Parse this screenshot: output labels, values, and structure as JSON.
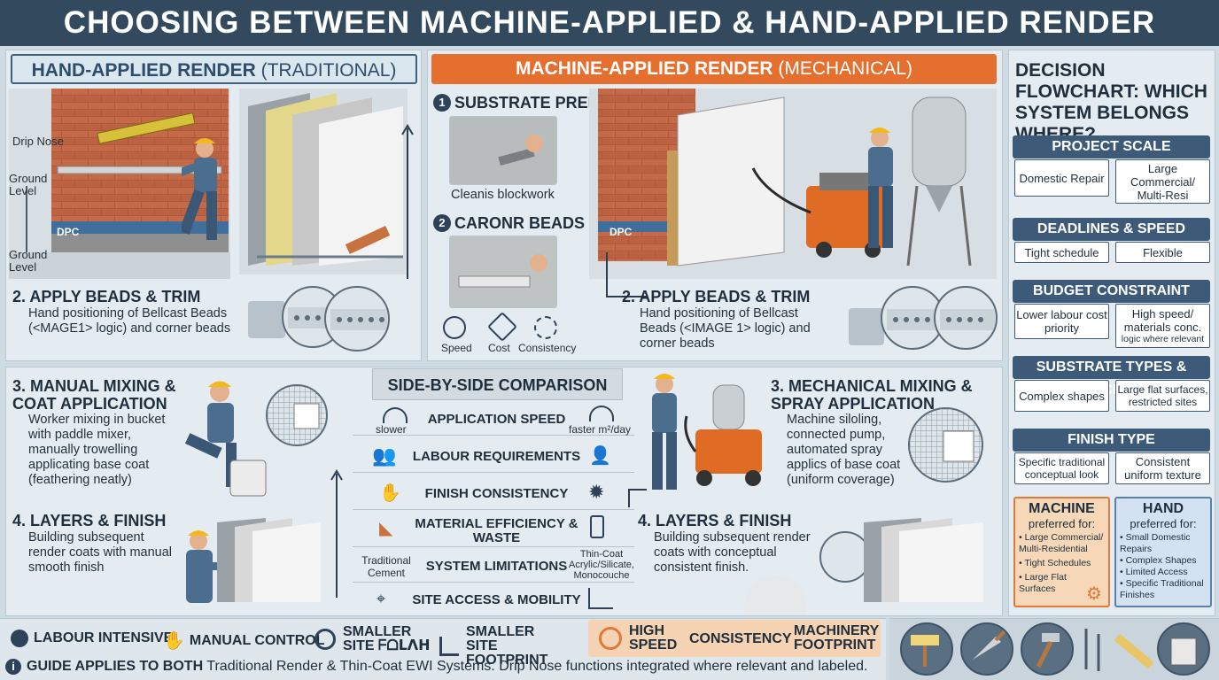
{
  "title": "CHOOSING BETWEEN MACHINE-APPLIED & HAND-APPLIED RENDER",
  "hand": {
    "header_bold": "HAND-APPLIED RENDER",
    "header_thin": " (TRADITIONAL)",
    "labels": {
      "drip_nose": "Drip Nose",
      "ground_level_1": "Ground Level",
      "ground_level_2": "Ground Level",
      "dpc": "DPC"
    },
    "step2_title": "2. APPLY BEADS & TRIM",
    "step2_text": "Hand positioning of Bellcast Beads (<MAGE1> logic) and corner beads",
    "step3_title": "3. MANUAL MIXING & COAT APPLICATION",
    "step3_text": "Worker mixing in bucket with paddle mixer, manually trowelling applicating base coat (feathering neatly)",
    "step4_title": "4. LAYERS & FINISH",
    "step4_text": "Building subsequent render coats with manual smooth finish"
  },
  "machine": {
    "header_bold": "MACHINE-APPLIED RENDER",
    "header_thin": " (MECHANICAL)",
    "step1_title": "SUBSTRATE PREP",
    "step1_caption": "Cleanis blockwork",
    "step2a_title": "CARONR BEADS",
    "icons": {
      "speed": "Speed",
      "cost": "Cost",
      "consistency": "Consistency"
    },
    "dpc": "DPC",
    "step2_title": "2. APPLY BEADS & TRIM",
    "step2_text": "Hand positioning of Bellcast Beads (<IMAGE 1> logic) and corner beads",
    "step3_title": "3. MECHANICAL MIXING & SPRAY APPLICATION",
    "step3_text": "Machine siloling, connected pump, automated spray applics of base coat (uniform coverage)",
    "step4_title": "4. LAYERS & FINISH",
    "step4_text": "Building subsequent render coats with conceptual consistent finish."
  },
  "comparison": {
    "title": "SIDE-BY-SIDE COMPARISON",
    "rows": [
      "APPLICATION SPEED",
      "LABOUR REQUIREMENTS",
      "FINISH CONSISTENCY",
      "MATERIAL EFFICIENCY & WASTE",
      "SYSTEM LIMITATIONS",
      "SITE ACCESS & MOBILITY"
    ],
    "slower": "slower",
    "faster": "faster m²/day",
    "traditional": "Traditional Cement",
    "thincoat": "Thin-Coat Acrylic/Silicate, Monocouche"
  },
  "flowchart": {
    "title": "DECISION FLOWCHART: WHICH SYSTEM BELONGS WHERE?",
    "sections": [
      {
        "h": "PROJECT SCALE",
        "l": "Domestic Repair",
        "r": "Large Commercial/ Multi-Resi"
      },
      {
        "h": "DEADLINES & SPEED",
        "l": "Tight schedule",
        "r": "Flexible"
      },
      {
        "h": "BUDGET CONSTRAINT",
        "l": "Lower labour cost priority",
        "r": "High speed/ materials conc.",
        "r2": "logic where relevant"
      },
      {
        "h": "SUBSTRATE TYPES & ACCESS",
        "l": "Complex shapes",
        "r": "Large flat surfaces, restricted sites"
      },
      {
        "h": "FINISH TYPE",
        "l": "Specific traditional conceptual look",
        "r": "Consistent uniform texture"
      }
    ],
    "machine": {
      "title": "MACHINE",
      "sub": "preferred for:",
      "items": [
        "• Large Commercial/ Multi-Residential",
        "• Tight Schedules",
        "• Large Flat Surfaces"
      ]
    },
    "hand": {
      "title": "HAND",
      "sub": "preferred for:",
      "items": [
        "• Small Domestic Repairs",
        "• Complex Shapes",
        "• Limited Access",
        "• Specific Traditional Finishes"
      ]
    }
  },
  "bottom": {
    "labour": "LABOUR INTENSIVE",
    "manual": "MANUAL CONTROL",
    "smaller1a": "SMALLER",
    "smaller1b": "SITE ᖴᗝᒪᐱᕼ",
    "smaller2": "SMALLER SITE FOOTPRINT",
    "high": "HIGH SPEED",
    "consistency": "CONSISTENCY",
    "machinery": "MACHINERY FOOTPRINT",
    "guide_bold": "GUIDE APPLIES TO BOTH",
    "guide_text": " Traditional Render & Thin-Coat EWI Systems. Drip Nose functions integrated where relevant and labeled."
  },
  "colors": {
    "navy": "#334a5e",
    "orange": "#e46f2e",
    "panel": "#e4ecf1"
  }
}
